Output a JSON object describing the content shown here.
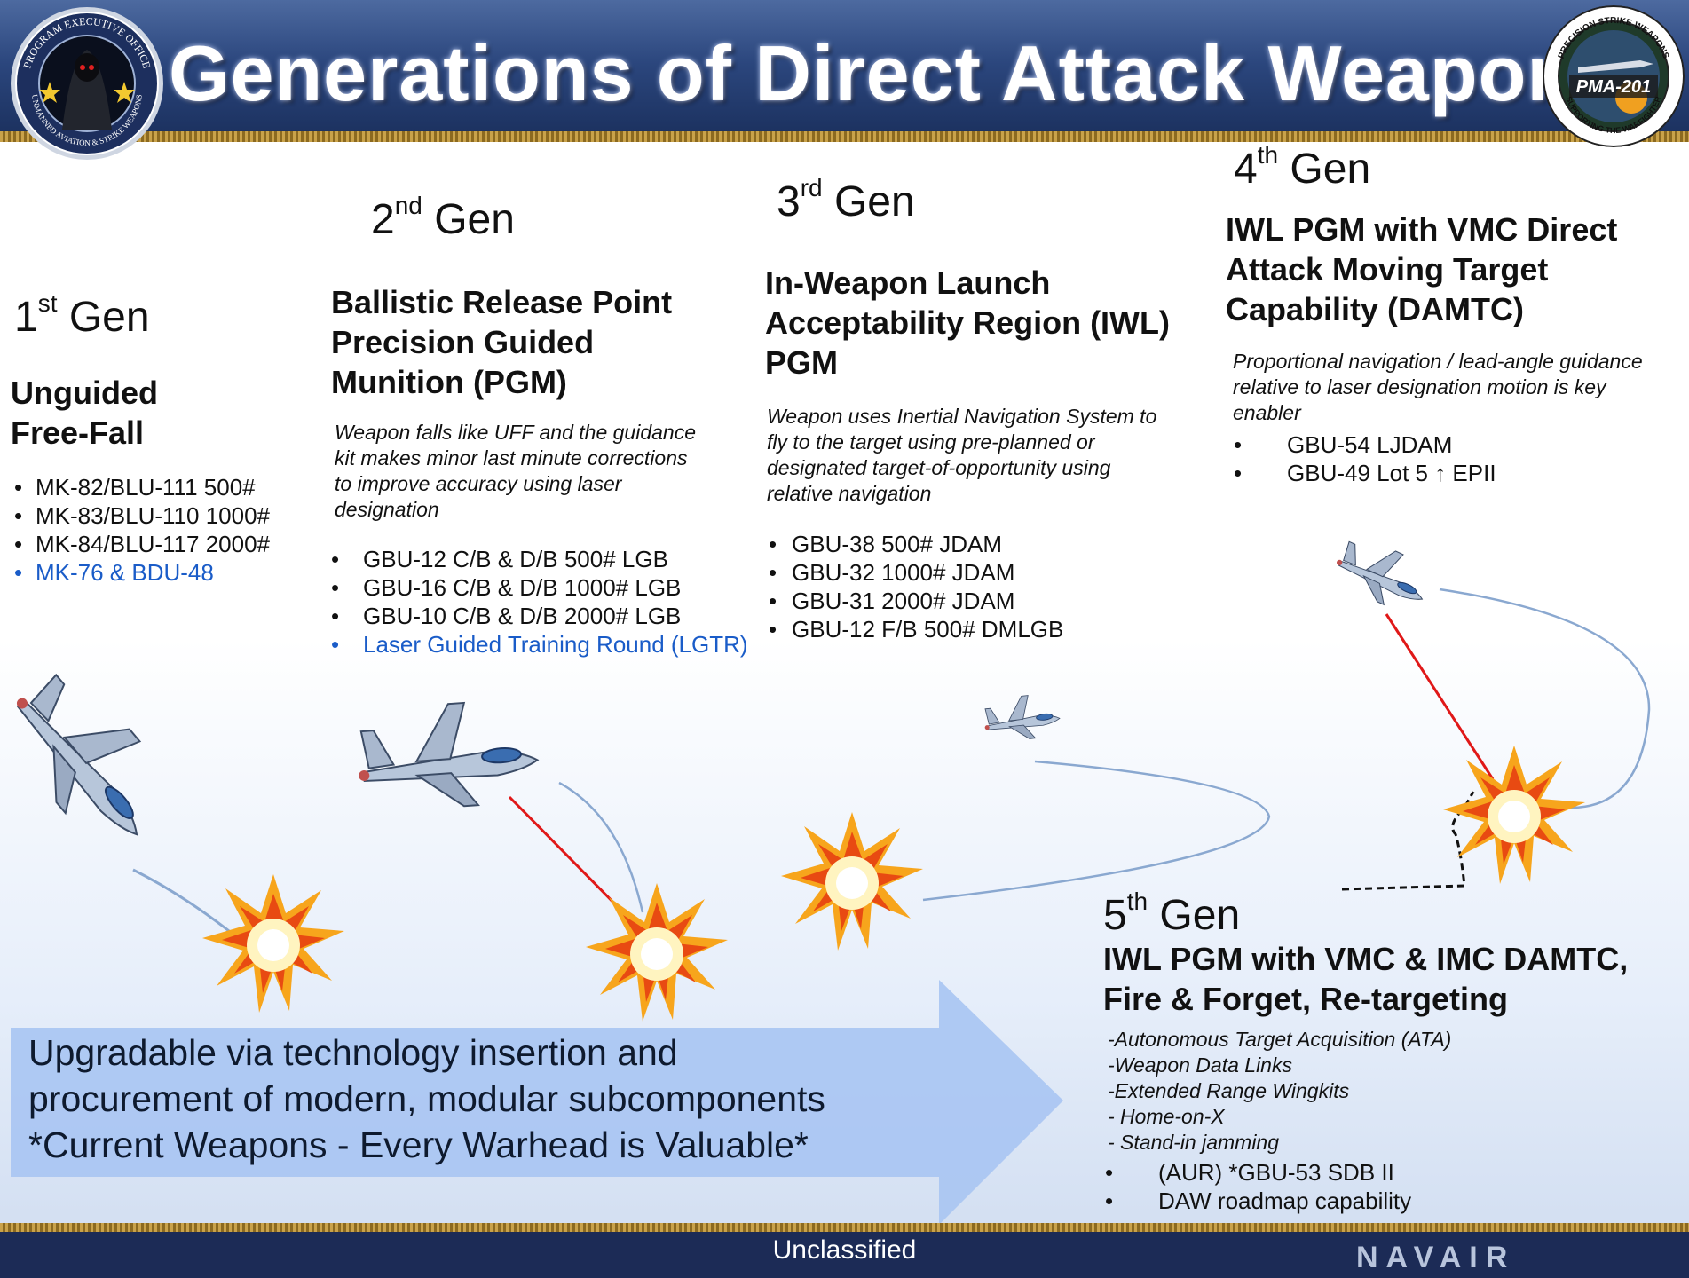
{
  "header": {
    "title": "Generations of Direct Attack Weapons",
    "left_logo_text": [
      "PROGRAM EXECUTIVE OFFICE",
      "UNMANNED AVIATION & STRIKE WEAPONS"
    ],
    "right_logo_text": [
      "PRECISION STRIKE WEAPONS",
      "PMA-201",
      "SUPPORTING THE WARFIGHTER"
    ]
  },
  "gen1": {
    "num": "1",
    "sup": "st",
    "gen": "Gen",
    "title_lines": [
      "Unguided",
      "Free-Fall"
    ],
    "bullets": [
      "MK-82/BLU-111 500#",
      "MK-83/BLU-110 1000#",
      "MK-84/BLU-117 2000#"
    ],
    "training": "MK-76 & BDU-48"
  },
  "gen2": {
    "num": "2",
    "sup": "nd",
    "gen": "Gen",
    "title_lines": [
      "Ballistic Release Point",
      "Precision Guided",
      "Munition (PGM)"
    ],
    "desc_lines": [
      "Weapon falls like UFF and the guidance",
      "kit makes minor last minute corrections",
      "to improve accuracy using laser",
      "designation"
    ],
    "bullets": [
      "GBU-12 C/B & D/B 500# LGB",
      "GBU-16 C/B & D/B 1000# LGB",
      "GBU-10 C/B & D/B 2000# LGB"
    ],
    "training": "Laser Guided Training Round (LGTR)"
  },
  "gen3": {
    "num": "3",
    "sup": "rd",
    "gen": "Gen",
    "title_lines": [
      "In-Weapon Launch",
      "Acceptability Region (IWL)",
      "PGM"
    ],
    "desc_lines": [
      "Weapon uses Inertial Navigation System to",
      "fly to the target using pre-planned or",
      "designated target-of-opportunity using",
      "relative navigation"
    ],
    "bullets": [
      "GBU-38 500# JDAM",
      "GBU-32 1000# JDAM",
      "GBU-31 2000# JDAM",
      "GBU-12 F/B 500# DMLGB"
    ]
  },
  "gen4": {
    "num": "4",
    "sup": "th",
    "gen": "Gen",
    "title_lines": [
      "IWL PGM with VMC Direct",
      "Attack Moving Target",
      "Capability (DAMTC)"
    ],
    "desc_lines": [
      "Proportional navigation / lead-angle guidance",
      "relative to laser designation motion is key",
      "enabler"
    ],
    "bullets": [
      "GBU-54 LJDAM",
      "GBU-49 Lot 5 ↑ EPII"
    ]
  },
  "gen5": {
    "num": "5",
    "sup": "th",
    "gen": "Gen",
    "title_lines": [
      "IWL PGM with VMC & IMC DAMTC,",
      "Fire & Forget, Re-targeting"
    ],
    "features": [
      "-Autonomous Target Acquisition (ATA)",
      "-Weapon Data Links",
      "-Extended Range Wingkits",
      "- Home-on-X",
      "- Stand-in jamming"
    ],
    "bullets": [
      "(AUR) *GBU-53 SDB II",
      "DAW roadmap capability"
    ]
  },
  "arrow_text": {
    "lines": [
      "Upgradable via technology insertion and",
      "procurement of modern, modular subcomponents",
      "*Current Weapons - Every Warhead is Valuable*"
    ]
  },
  "footer": {
    "classification": "Unclassified",
    "logo": "NAVAIR"
  },
  "colors": {
    "header_blue": "#2b467d",
    "gold_trim": "#c9a24a",
    "training_blue": "#1a5cc8",
    "arrow_blue": "#a9c6f2",
    "laser_red": "#e01818"
  }
}
